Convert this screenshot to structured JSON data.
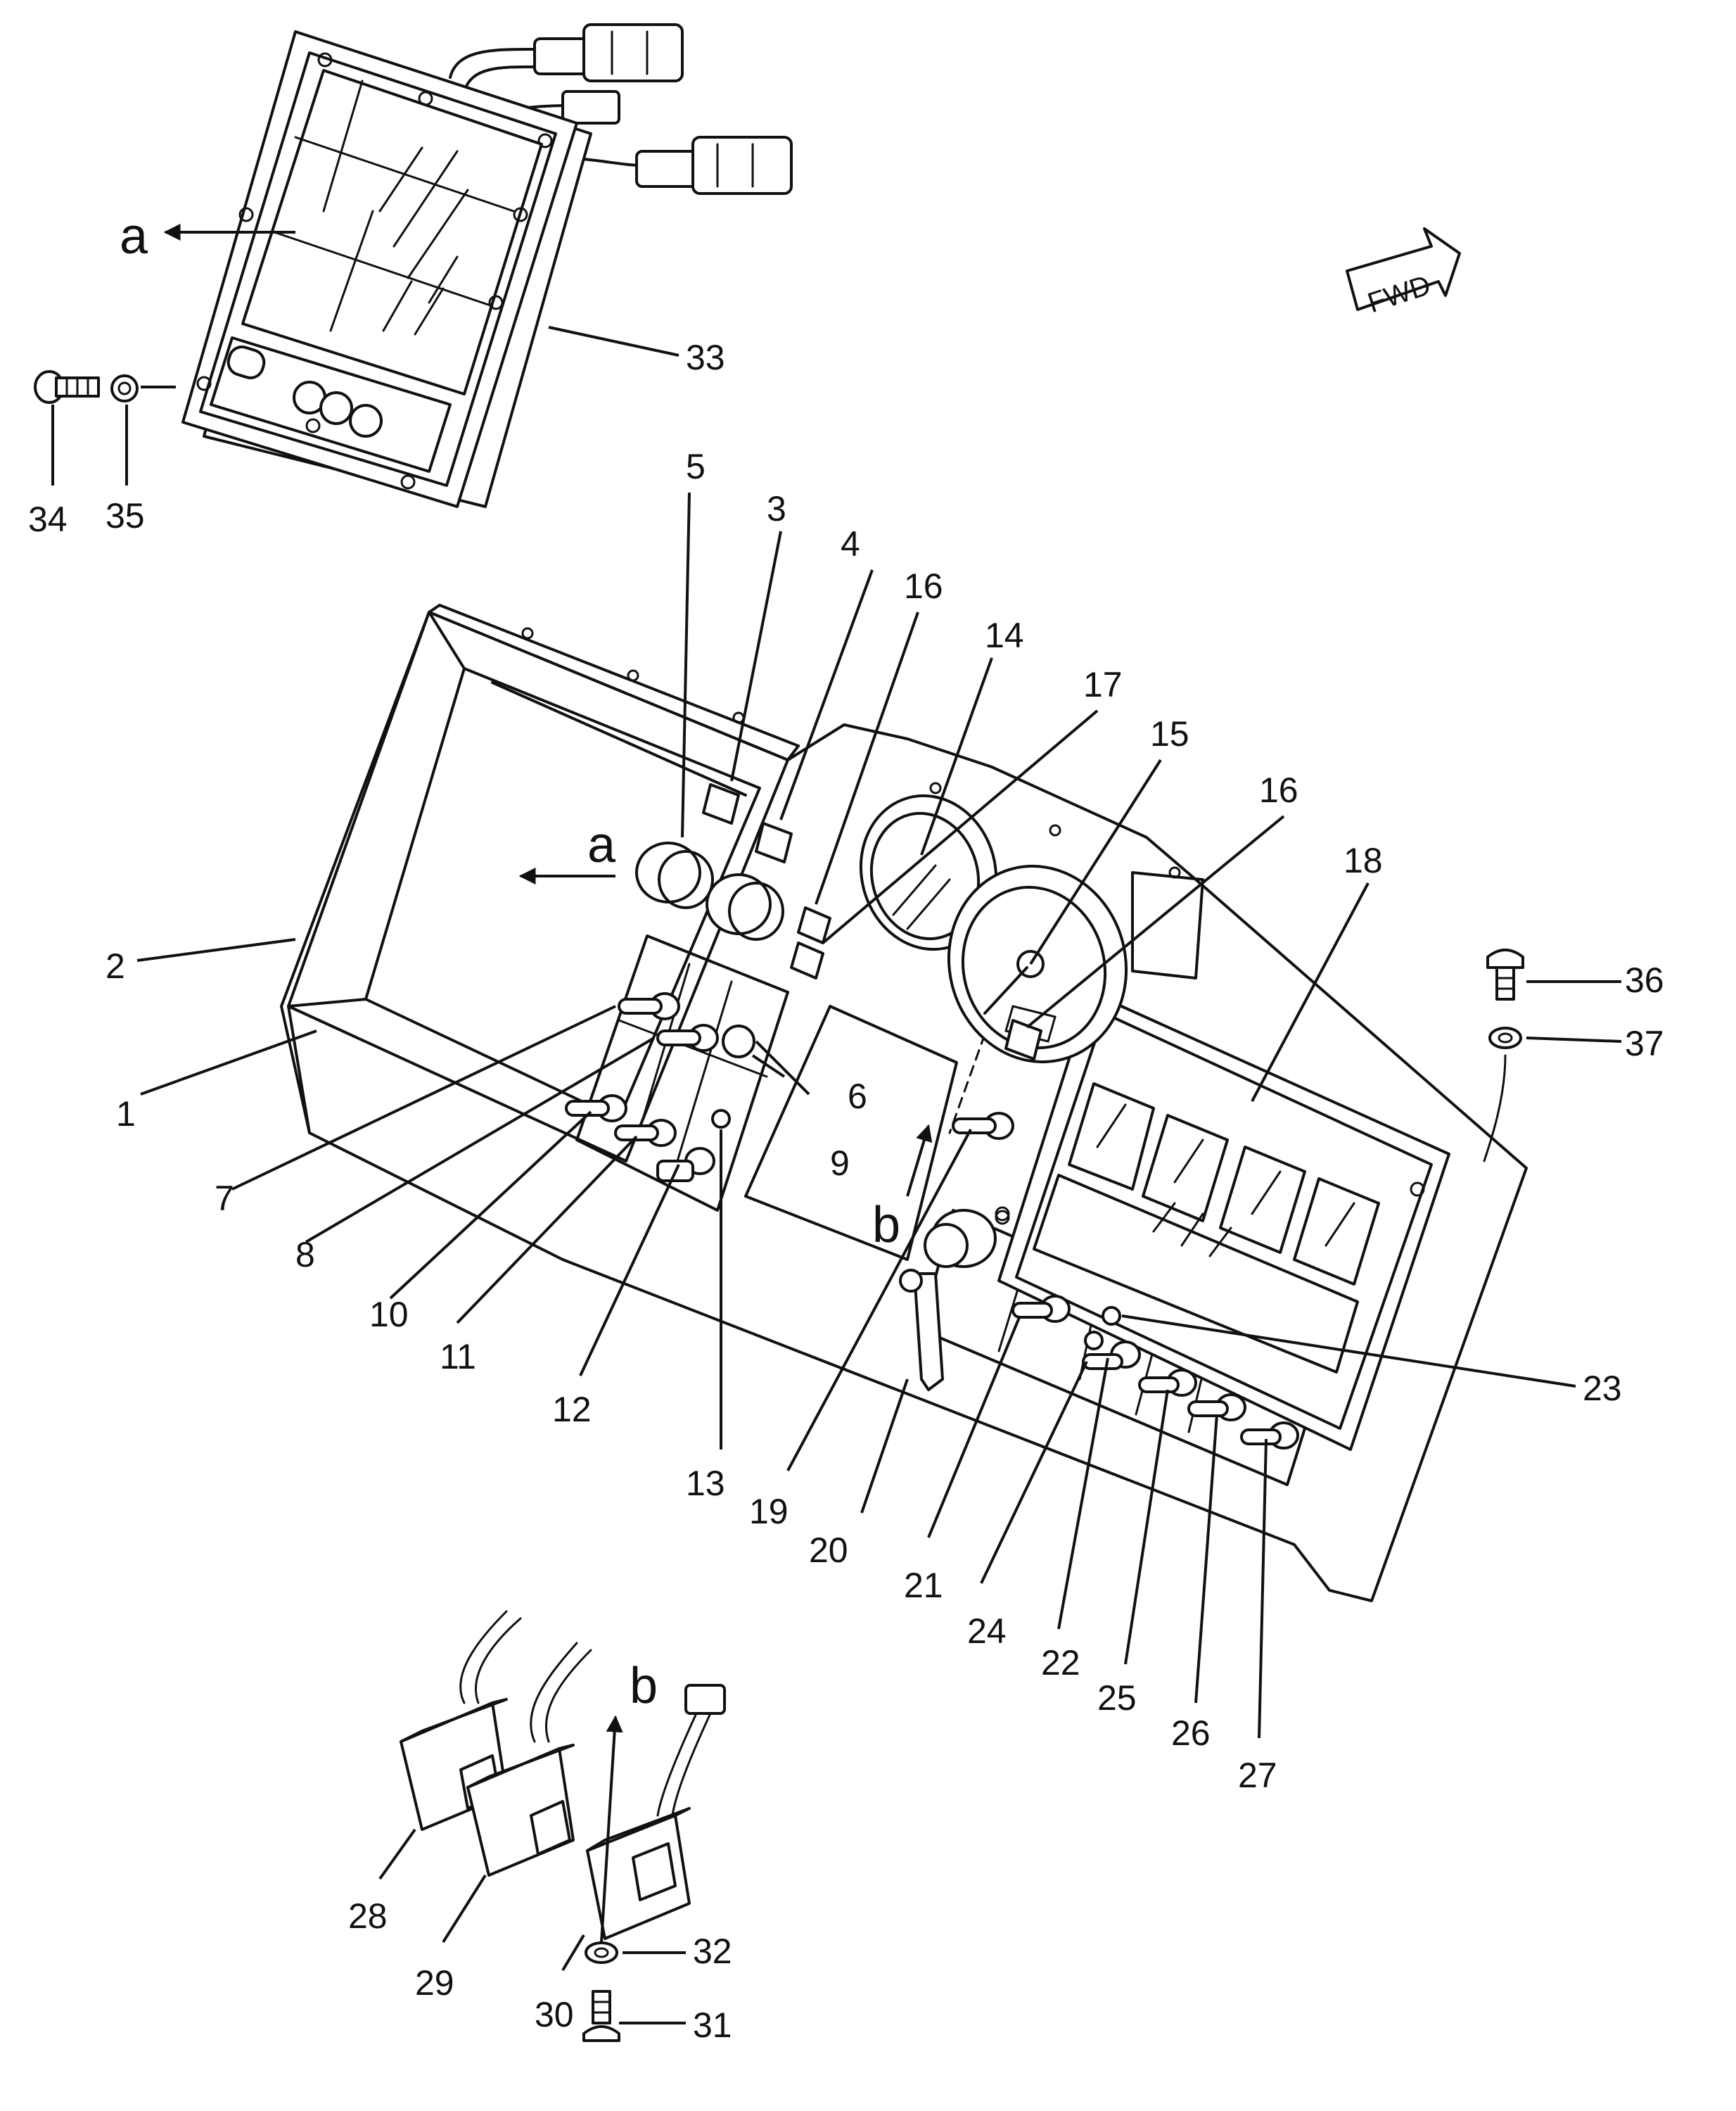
{
  "diagram": {
    "callouts": [
      "1",
      "2",
      "3",
      "4",
      "5",
      "6",
      "7",
      "8",
      "9",
      "10",
      "11",
      "12",
      "13",
      "14",
      "15",
      "16",
      "16",
      "17",
      "18",
      "19",
      "20",
      "21",
      "22",
      "23",
      "24",
      "25",
      "26",
      "27",
      "28",
      "29",
      "30",
      "31",
      "32",
      "33",
      "34",
      "35",
      "36",
      "37"
    ],
    "view_letters": [
      "a",
      "a",
      "b",
      "b"
    ],
    "fwd_label": "FWD"
  }
}
